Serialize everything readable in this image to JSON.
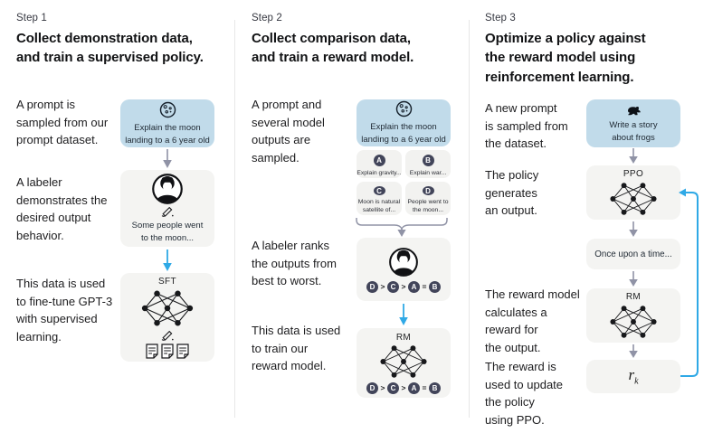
{
  "colors": {
    "prompt_box_blue": "#c1dbea",
    "step_box_gray": "#f4f4f2",
    "badge_navy": "#42455a",
    "arrow_gray": "#9093a6",
    "arrow_blue": "#2fa9e6",
    "text_dark": "#1d1d1f"
  },
  "icons": {
    "step1_prompt": "moon-icon",
    "step2_prompt": "moon-icon",
    "step3_prompt": "frog-icon",
    "labeler": "person-icon",
    "writing": "pencil-icon",
    "demonstration_data": "documents-icon",
    "model": "neural-network-icon"
  },
  "ranking": [
    "D",
    ">",
    "C",
    ">",
    "A",
    "=",
    "B"
  ],
  "columns": [
    {
      "step": "Step 1",
      "title": "Collect demonstration data,\nand train a supervised policy.",
      "caption1": "A prompt is\nsampled from our\nprompt dataset.",
      "caption2": "A labeler\ndemonstrates the\ndesired output\nbehavior.",
      "caption3": "This data is used\nto fine-tune GPT-3\nwith supervised\nlearning.",
      "prompt_box": "Explain the moon\nlanding to a 6 year old",
      "labeler_box": "Some people went\nto the moon...",
      "model_label": "SFT"
    },
    {
      "step": "Step 2",
      "title": "Collect comparison data,\nand train a reward model.",
      "caption1": "A prompt and\nseveral model\noutputs are\nsampled.",
      "caption2": "A labeler ranks\nthe outputs from\nbest to worst.",
      "caption3": "This data is used\nto train our\nreward model.",
      "prompt_box": "Explain the moon\nlanding to a 6 year old",
      "outputs": [
        {
          "letter": "A",
          "text": "Explain gravity..."
        },
        {
          "letter": "B",
          "text": "Explain war..."
        },
        {
          "letter": "C",
          "text": "Moon is natural\nsatellite of..."
        },
        {
          "letter": "D",
          "text": "People went to\nthe moon..."
        }
      ],
      "model_label": "RM"
    },
    {
      "step": "Step 3",
      "title": "Optimize a policy against\nthe reward model using\nreinforcement learning.",
      "caption1": "A new prompt\nis sampled from\nthe dataset.",
      "caption2": "The policy\ngenerates\nan output.",
      "caption3": "The reward model\ncalculates a\nreward for\nthe output.",
      "caption4": "The reward is\nused to update\nthe policy\nusing PPO.",
      "prompt_box": "Write a story\nabout frogs",
      "policy_label": "PPO",
      "output_box": "Once upon a time...",
      "model_label": "RM",
      "reward": {
        "base": "r",
        "sub": "k"
      }
    }
  ]
}
